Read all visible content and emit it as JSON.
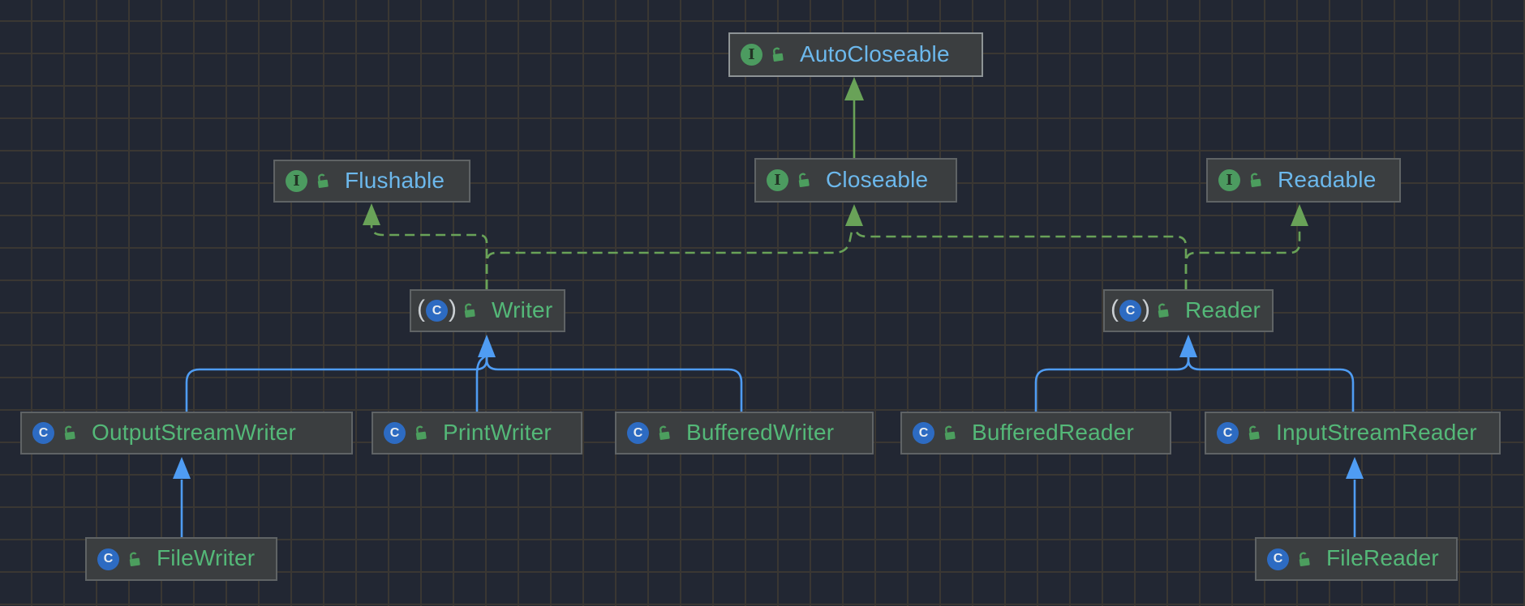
{
  "diagram": {
    "type": "uml-class-diagram",
    "description": "Java I/O Writer/Reader class hierarchy",
    "colors": {
      "background": "#222733",
      "grid_line": "#3a3733",
      "node_background": "#3b3e40",
      "node_border": "#5f6365",
      "highlight_border": "#8e9496",
      "interface_text": "#6cb8ec",
      "class_text": "#54b878",
      "implements_edge": "#69a258",
      "extends_class_edge": "#4f9cf3",
      "interface_badge": "#4c9b60",
      "class_badge": "#2d6bc2",
      "lock_icon": "#4c9e5e"
    }
  },
  "icons": {
    "interface_glyph": "I",
    "class_glyph": "C",
    "paren_open": "(",
    "paren_close": ")"
  },
  "nodes": {
    "autocloseable": {
      "label": "AutoCloseable",
      "kind": "interface"
    },
    "flushable": {
      "label": "Flushable",
      "kind": "interface"
    },
    "closeable": {
      "label": "Closeable",
      "kind": "interface"
    },
    "readable": {
      "label": "Readable",
      "kind": "interface"
    },
    "writer": {
      "label": "Writer",
      "kind": "abstract-class"
    },
    "reader": {
      "label": "Reader",
      "kind": "abstract-class"
    },
    "outputstreamwriter": {
      "label": "OutputStreamWriter",
      "kind": "class"
    },
    "printwriter": {
      "label": "PrintWriter",
      "kind": "class"
    },
    "bufferedwriter": {
      "label": "BufferedWriter",
      "kind": "class"
    },
    "bufferedreader": {
      "label": "BufferedReader",
      "kind": "class"
    },
    "inputstreamreader": {
      "label": "InputStreamReader",
      "kind": "class"
    },
    "filewriter": {
      "label": "FileWriter",
      "kind": "class"
    },
    "filereader": {
      "label": "FileReader",
      "kind": "class"
    }
  },
  "edges": [
    {
      "from": "Closeable",
      "to": "AutoCloseable",
      "type": "extends",
      "style": "solid-green"
    },
    {
      "from": "Writer",
      "to": "Flushable",
      "type": "implements",
      "style": "dashed-green"
    },
    {
      "from": "Writer",
      "to": "Closeable",
      "type": "implements",
      "style": "dashed-green"
    },
    {
      "from": "Reader",
      "to": "Closeable",
      "type": "implements",
      "style": "dashed-green"
    },
    {
      "from": "Reader",
      "to": "Readable",
      "type": "implements",
      "style": "dashed-green"
    },
    {
      "from": "OutputStreamWriter",
      "to": "Writer",
      "type": "extends",
      "style": "solid-blue"
    },
    {
      "from": "PrintWriter",
      "to": "Writer",
      "type": "extends",
      "style": "solid-blue"
    },
    {
      "from": "BufferedWriter",
      "to": "Writer",
      "type": "extends",
      "style": "solid-blue"
    },
    {
      "from": "BufferedReader",
      "to": "Reader",
      "type": "extends",
      "style": "solid-blue"
    },
    {
      "from": "InputStreamReader",
      "to": "Reader",
      "type": "extends",
      "style": "solid-blue"
    },
    {
      "from": "FileWriter",
      "to": "OutputStreamWriter",
      "type": "extends",
      "style": "solid-blue"
    },
    {
      "from": "FileReader",
      "to": "InputStreamReader",
      "type": "extends",
      "style": "solid-blue"
    }
  ]
}
